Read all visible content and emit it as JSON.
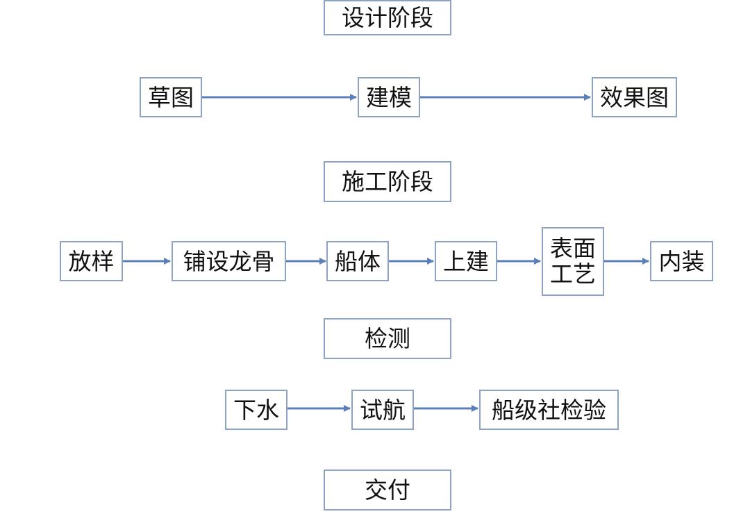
{
  "colors": {
    "box_border": "#8ea3c4",
    "arrow": "#5b7fb8",
    "text": "#111111"
  },
  "stages": {
    "design": "设计阶段",
    "construction": "施工阶段",
    "inspection": "检测",
    "delivery": "交付"
  },
  "design_steps": {
    "sketch": "草图",
    "modeling": "建模",
    "rendering": "效果图"
  },
  "construction_steps": {
    "lofting": "放样",
    "keel": "铺设龙骨",
    "hull": "船体",
    "superstructure": "上建",
    "surface_line1": "表面",
    "surface_line2": "工艺",
    "interior": "内装"
  },
  "inspection_steps": {
    "launch": "下水",
    "sea_trial": "试航",
    "class_survey": "船级社检验"
  }
}
